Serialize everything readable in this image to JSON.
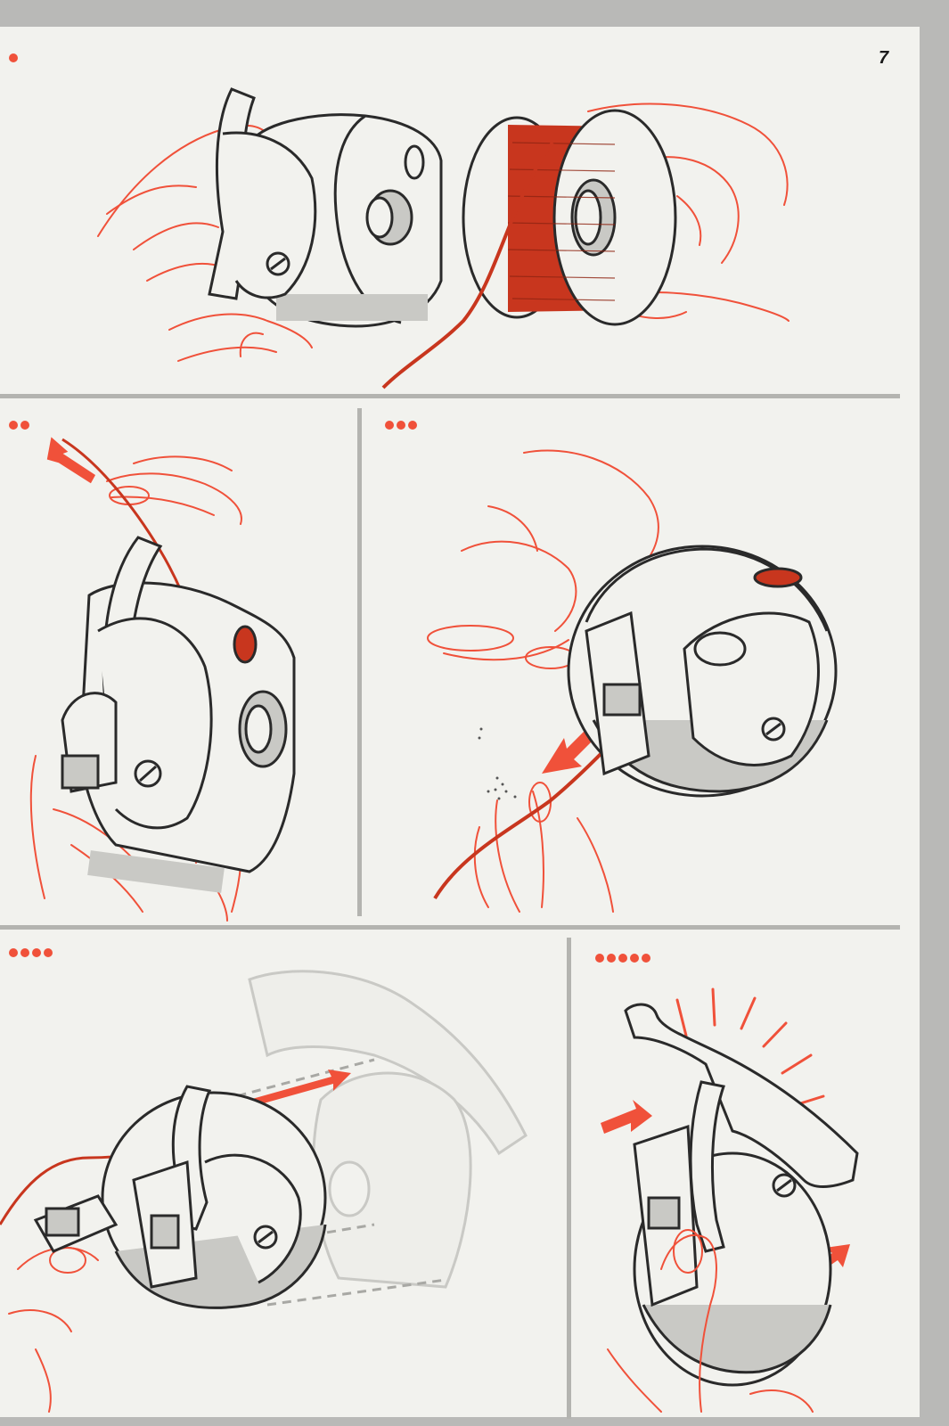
{
  "page": {
    "number": "7"
  },
  "steps": [
    {
      "marker": "●",
      "dot_count": 1
    },
    {
      "marker": "●●",
      "dot_count": 2
    },
    {
      "marker": "●●●",
      "dot_count": 3
    },
    {
      "marker": "●●●●",
      "dot_count": 4
    },
    {
      "marker": "●●●●●",
      "dot_count": 5
    }
  ],
  "colors": {
    "page": "#f2f2ee",
    "border": "#b9b9b7",
    "accent": "#f0513a",
    "thread": "#c8361e",
    "line": "#2a2a2a",
    "shade": "#c9c9c5",
    "divider": "#b4b4b0"
  },
  "illustrations": [
    {
      "step": 1,
      "icon": "bobbin-and-bobbin-case-icon"
    },
    {
      "step": 2,
      "icon": "thread-under-tension-spring-icon"
    },
    {
      "step": 3,
      "icon": "pull-thread-through-slot-icon"
    },
    {
      "step": 4,
      "icon": "insert-bobbin-case-icon"
    },
    {
      "step": 5,
      "icon": "latch-bobbin-case-icon"
    }
  ]
}
